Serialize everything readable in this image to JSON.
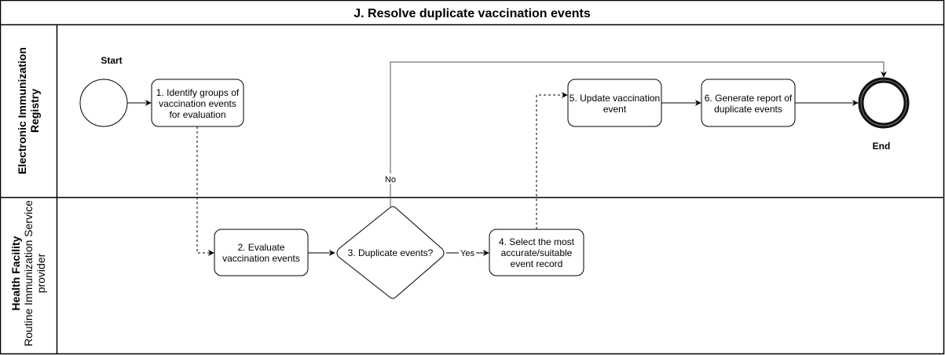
{
  "title": "J. Resolve duplicate vaccination events",
  "lanes": [
    {
      "id": "eir",
      "label_lines": [
        "Electronic Immunization",
        "Registry"
      ],
      "bold_lines": [
        0,
        1
      ]
    },
    {
      "id": "hf",
      "label_lines": [
        "Health Facility",
        "Routine Immunization Service",
        "provider"
      ],
      "bold_lines": [
        0
      ]
    }
  ],
  "nodes": {
    "start": {
      "type": "start-event",
      "label": "Start",
      "lane": "eir"
    },
    "n1": {
      "type": "task",
      "lane": "eir",
      "lines": [
        "1. Identify groups of",
        "vaccination events",
        "for evaluation"
      ]
    },
    "n2": {
      "type": "task",
      "lane": "hf",
      "lines": [
        "2. Evaluate",
        "vaccination events"
      ]
    },
    "n3": {
      "type": "gateway",
      "lane": "hf",
      "lines": [
        "3. Duplicate events?"
      ]
    },
    "n4": {
      "type": "task",
      "lane": "hf",
      "lines": [
        "4. Select the most",
        "accurate/suitable",
        "event record"
      ]
    },
    "n5": {
      "type": "task",
      "lane": "eir",
      "lines": [
        "5. Update vaccination",
        "event"
      ]
    },
    "n6": {
      "type": "task",
      "lane": "eir",
      "lines": [
        "6. Generate report of",
        "duplicate events"
      ]
    },
    "end": {
      "type": "end-event",
      "label": "End",
      "lane": "eir"
    }
  },
  "edges": [
    {
      "from": "start",
      "to": "n1",
      "style": "solid",
      "label": ""
    },
    {
      "from": "n1",
      "to": "n2",
      "style": "dashed",
      "label": ""
    },
    {
      "from": "n2",
      "to": "n3",
      "style": "solid",
      "label": ""
    },
    {
      "from": "n3",
      "to": "n4",
      "style": "solid",
      "label": "Yes"
    },
    {
      "from": "n3",
      "to": "end",
      "style": "solid",
      "label": "No"
    },
    {
      "from": "n4",
      "to": "n5",
      "style": "dashed",
      "label": ""
    },
    {
      "from": "n5",
      "to": "n6",
      "style": "solid",
      "label": ""
    },
    {
      "from": "n6",
      "to": "end",
      "style": "solid",
      "label": ""
    }
  ],
  "colors": {
    "stroke": "#000000",
    "background": "#ffffff",
    "no_edge": "#555555"
  }
}
